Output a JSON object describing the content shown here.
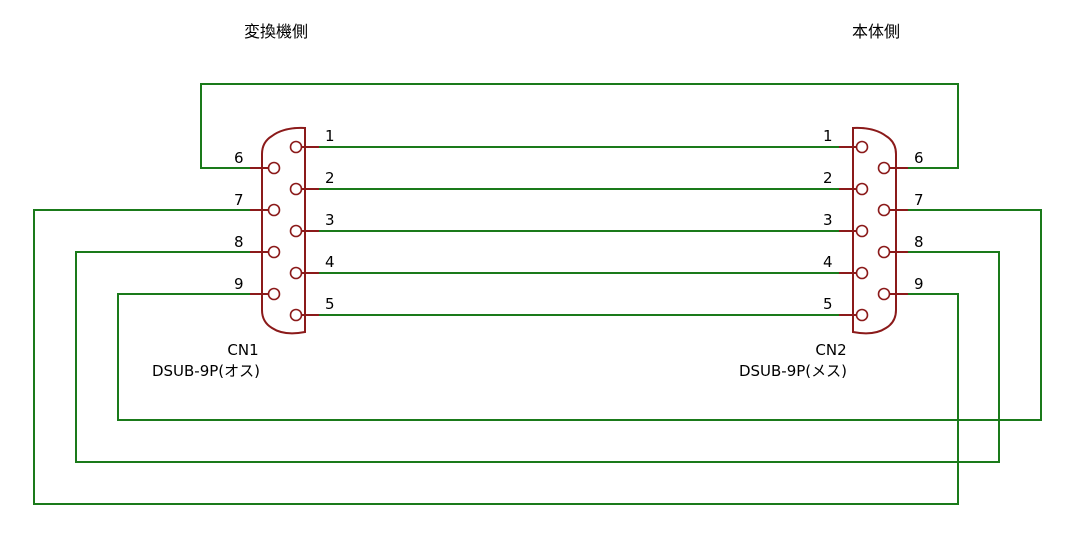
{
  "titles": {
    "left": "変換機側",
    "right": "本体側"
  },
  "connectors": {
    "cn1": {
      "ref": "CN1",
      "value": "DSUB-9P(オス)"
    },
    "cn2": {
      "ref": "CN2",
      "value": "DSUB-9P(メス)"
    }
  },
  "pin_numbers": [
    "1",
    "2",
    "3",
    "4",
    "5",
    "6",
    "7",
    "8",
    "9"
  ],
  "connections": [
    {
      "from": "CN1-1",
      "to": "CN2-1"
    },
    {
      "from": "CN1-2",
      "to": "CN2-2"
    },
    {
      "from": "CN1-3",
      "to": "CN2-3"
    },
    {
      "from": "CN1-4",
      "to": "CN2-4"
    },
    {
      "from": "CN1-5",
      "to": "CN2-5"
    },
    {
      "from": "CN1-6",
      "to": "CN2-6"
    },
    {
      "from": "CN1-7",
      "to": "CN2-9"
    },
    {
      "from": "CN1-8",
      "to": "CN2-8"
    },
    {
      "from": "CN1-9",
      "to": "CN2-7"
    }
  ],
  "colors": {
    "wire": "#1a7a1a",
    "component": "#8b1a1a"
  }
}
